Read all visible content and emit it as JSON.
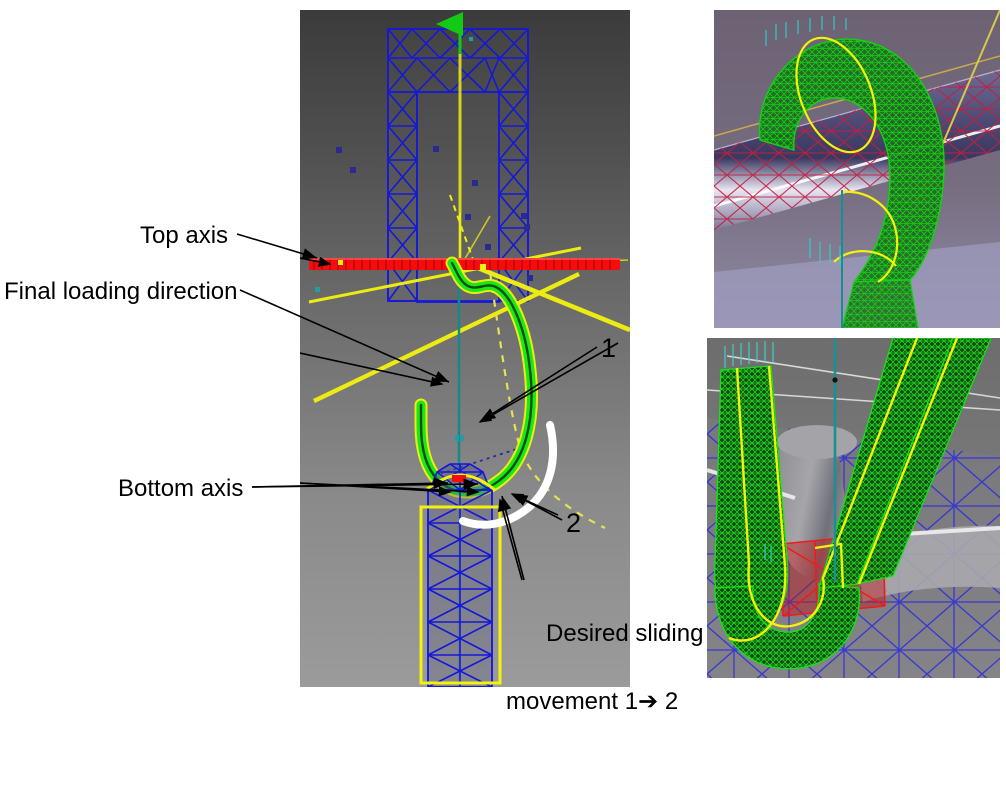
{
  "figure": {
    "kind": "fem-simulation-screenshot",
    "description": "Finite element pre-processor viewport showing a hook/clip model with annotations"
  },
  "annotations": {
    "top_axis": "Top axis",
    "final_loading_direction": "Final loading direction",
    "bottom_axis": "Bottom axis",
    "position_1": "1",
    "position_2": "2",
    "desired_sliding_line1": "Desired sliding",
    "desired_sliding_line2": "movement 1➔ 2"
  },
  "colors": {
    "mesh_blue": "#1418d8",
    "constraint_red": "#f50d0d",
    "part_green": "#18e81a",
    "axis_yellow": "#f2f20a",
    "arrow_white": "#ffffff",
    "arrow_black": "#000000",
    "teal_axis": "#11999e",
    "node_purple": "#2b2b8f",
    "viewport_bg_top": "#3b3b3b",
    "viewport_bg_bottom": "#9b9b9b",
    "inset_top_bg": "#6e6676",
    "inset_bottom_bg": "#6f6f6f",
    "page_bg": "#ffffff"
  },
  "viewports": {
    "main": {
      "name": "main-3d-viewport",
      "contents": [
        "upper-bracket-wireframe",
        "red-top-axis-bar",
        "green-hook-part",
        "lower-column-wireframe",
        "yellow-construction-lines",
        "green-up-arrow",
        "white-sliding-arc-arrow"
      ]
    },
    "inset_top": {
      "name": "detail-view-hook-over-pin",
      "contents": [
        "green-meshed-hook",
        "purple-pin-cylinder",
        "red-mesh-lines",
        "yellow-outline"
      ]
    },
    "inset_bottom": {
      "name": "detail-view-u-hook-section",
      "contents": [
        "green-meshed-u-hook",
        "grey-cylinder",
        "blue-mesh-surface",
        "red-contact-band",
        "teal-axis-line"
      ]
    }
  }
}
